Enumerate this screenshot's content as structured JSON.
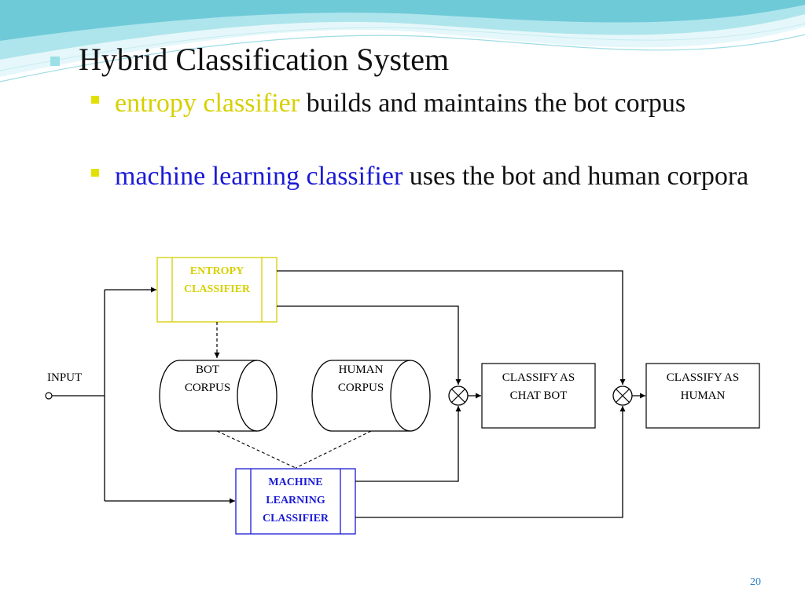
{
  "slide": {
    "title": "Hybrid Classification System",
    "bullets": [
      {
        "highlight": "entropy classifier",
        "rest": " builds and maintains the bot corpus",
        "highlight_color": "#d6d000"
      },
      {
        "highlight": "machine learning classifier",
        "rest": " uses the bot and human corpora",
        "highlight_color": "#1a1ad6"
      }
    ],
    "page_number": "20"
  },
  "diagram": {
    "input_label": "INPUT",
    "entropy_classifier": [
      "ENTROPY",
      "CLASSIFIER"
    ],
    "bot_corpus": [
      "BOT",
      "CORPUS"
    ],
    "human_corpus": [
      "HUMAN",
      "CORPUS"
    ],
    "ml_classifier": [
      "MACHINE",
      "LEARNING",
      "CLASSIFIER"
    ],
    "classify_chat_bot": [
      "CLASSIFY AS",
      "CHAT BOT"
    ],
    "classify_human": [
      "CLASSIFY AS",
      "HUMAN"
    ]
  },
  "colors": {
    "entropy": "#d6d000",
    "machine_learning": "#1a1ad6",
    "line": "#000000",
    "accent": "#9ae0e6"
  }
}
